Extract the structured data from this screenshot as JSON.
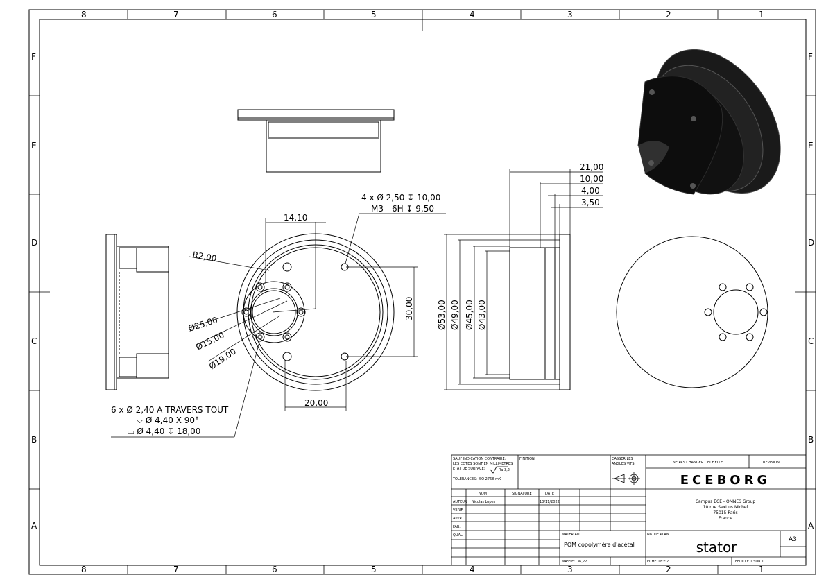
{
  "zones": {
    "columns": [
      "8",
      "7",
      "6",
      "5",
      "4",
      "3",
      "2",
      "1"
    ],
    "rows": [
      "F",
      "E",
      "D",
      "C",
      "B",
      "A"
    ]
  },
  "dimensions": {
    "d_14_10": "14,10",
    "r_2_00": "R2,00",
    "hole_note_1": "4 x Ø 2,50 ↧ 10,00",
    "hole_note_2": "M3 - 6H ↧ 9,50",
    "d_25": "Ø25,00",
    "d_15": "Ø15,00",
    "d_19": "Ø19,00",
    "d_30": "30,00",
    "d_20": "20,00",
    "thru_note_1": "6 x Ø 2,40 A TRAVERS TOUT",
    "thru_note_2": "⌵ Ø 4,40 X 90°",
    "thru_note_3": "⌴ Ø 4,40 ↧ 18,00",
    "d_53": "Ø53,00",
    "d_49": "Ø49,00",
    "d_45": "Ø45,00",
    "d_43": "Ø43,00",
    "d_21": "21,00",
    "d_10": "10,00",
    "d_4": "4,00",
    "d_3_5": "3,50"
  },
  "title_block": {
    "general_note_1": "SAUF INDICATION CONTRAIRE:",
    "general_note_2": "LES COTES SONT EN MILLIMETRES",
    "general_note_3": "ETAT DE SURFACE:",
    "roughness": "Ra 3,2",
    "tolerances": "TOLERANCES: ISO 2768-mK",
    "finition_label": "FINITION:",
    "edges_label_1": "CASSER LES",
    "edges_label_2": "ANGLES VIFS",
    "no_scale_label": "NE PAS CHANGER L'ECHELLE",
    "revision_label": "REVISION",
    "company_logo_text": "ECEBORG",
    "col_nom": "NOM",
    "col_signature": "SIGNATURE",
    "col_date": "DATE",
    "row_auteur": "AUTEUR",
    "row_verif": "VERIF.",
    "row_appr": "APPR.",
    "row_fab": "FAB.",
    "row_qual": "QUAL.",
    "author_name": "Nicolas Lopes",
    "author_date": "13/11/2022",
    "address_1": "Campus ECE - OMNES Group",
    "address_2": "10 rue Sextius Michel",
    "address_3": "75015 Paris",
    "address_4": "France",
    "material_label": "MATERIAU:",
    "material_value": "POM copolymère d'acétal",
    "plan_no_label": "No. DE PLAN",
    "part_name": "stator",
    "sheet_size": "A3",
    "mass_label": "MASSE:",
    "mass_value": "36,22",
    "scale_label": "ECHELLE:",
    "scale_value": "2:2",
    "sheet_label": "FEUILLE 1 SUR 1"
  }
}
